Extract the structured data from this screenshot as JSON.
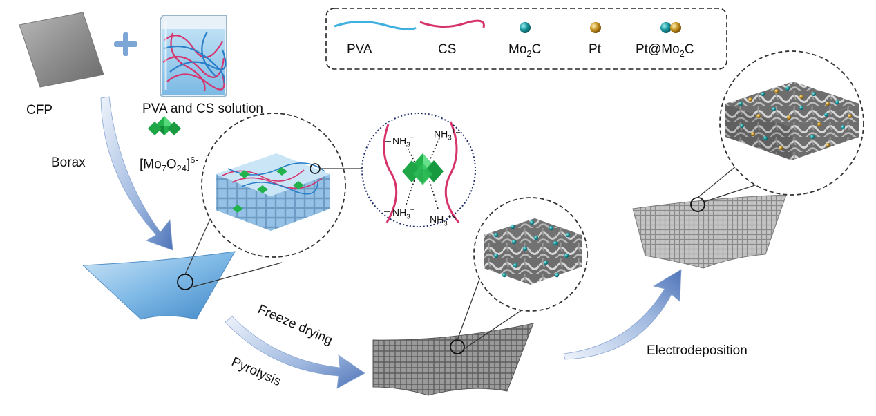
{
  "legend": {
    "items": [
      {
        "id": "pva",
        "label": "PVA",
        "color": "#3fb0e0"
      },
      {
        "id": "cs",
        "label": "CS",
        "color": "#d6336c"
      },
      {
        "id": "mo2c",
        "label_base": "Mo",
        "label_sub": "2",
        "label_tail": "C",
        "color": "#1a8f94"
      },
      {
        "id": "pt",
        "label": "Pt",
        "color": "#c9941f"
      },
      {
        "id": "ptmo2c",
        "label_base": "Pt@Mo",
        "label_sub": "2",
        "label_tail": "C"
      }
    ]
  },
  "labels": {
    "cfp": "CFP",
    "solution": "PVA and CS solution",
    "borax": "Borax",
    "freeze": "Freeze drying",
    "pyrolysis": "Pyrolysis",
    "electro": "Electrodeposition"
  },
  "molybdate": {
    "base": "[Mo",
    "sub1": "7",
    "mid": "O",
    "sub2": "24",
    "end": "]",
    "sup": "6-"
  },
  "amine": {
    "base": "NH",
    "sub": "3",
    "sup": "+"
  },
  "colors": {
    "pva": "#3fb0e0",
    "cs": "#d6336c",
    "mo2c": "#1a8f94",
    "pt": "#c9941f",
    "octahedron": "#22b24c",
    "arrow": "#6a8ec8",
    "carbon": "#5a5a5a"
  }
}
